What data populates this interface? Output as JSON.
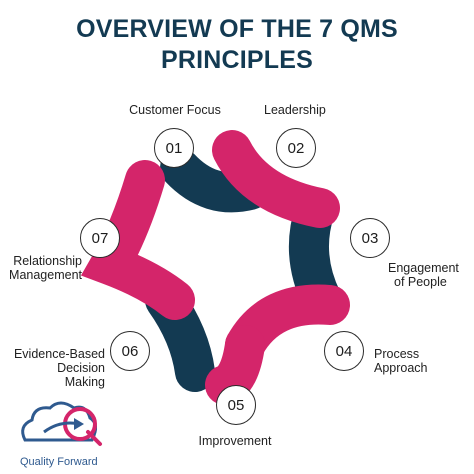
{
  "title": {
    "line1": "OVERVIEW OF THE 7 QMS",
    "line2": "PRINCIPLES"
  },
  "colors": {
    "navy": "#133a52",
    "pink": "#d4256a",
    "title": "#133a52"
  },
  "principles": [
    {
      "number": "01",
      "label_lines": [
        "Customer Focus"
      ]
    },
    {
      "number": "02",
      "label_lines": [
        "Leadership"
      ]
    },
    {
      "number": "03",
      "label_lines": [
        "Engagement",
        "of People"
      ]
    },
    {
      "number": "04",
      "label_lines": [
        "Process",
        "Approach"
      ]
    },
    {
      "number": "05",
      "label_lines": [
        "Improvement"
      ]
    },
    {
      "number": "06",
      "label_lines": [
        "Evidence-Based",
        "Decision",
        "Making"
      ]
    },
    {
      "number": "07",
      "label_lines": [
        "Relationship",
        "Management"
      ]
    }
  ],
  "logo": {
    "text": "Quality Forward",
    "icon": "cloud-q-arrow-icon"
  }
}
